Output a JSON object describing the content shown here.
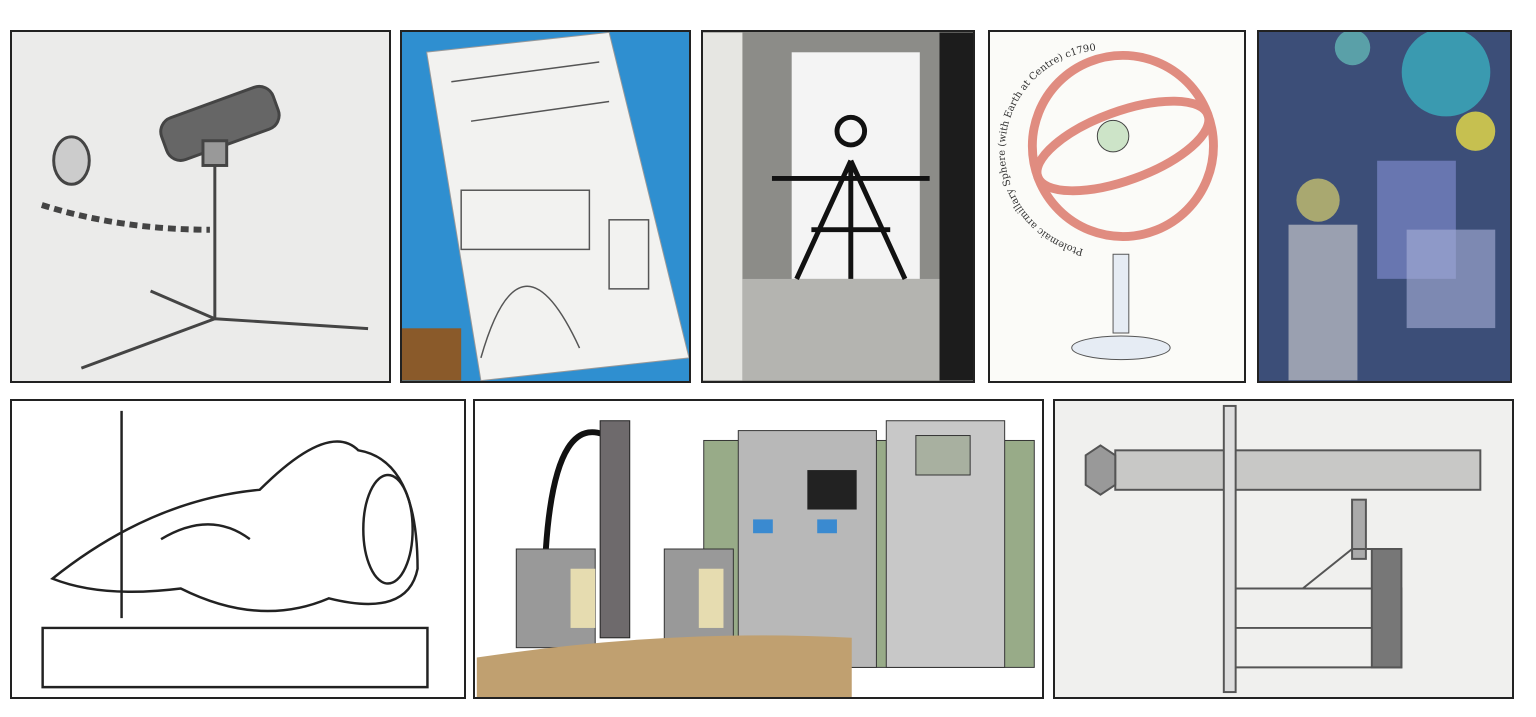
{
  "gallery": {
    "artworks": [
      {
        "subject": "telescope-on-stand-sketch",
        "bg": "#ebebea"
      },
      {
        "subject": "museum-gallery-sketchbook",
        "bg": "#2f8fd0"
      },
      {
        "subject": "theodolite-on-tripod-in-display",
        "bg": "#8c8c88"
      },
      {
        "subject": "armillary-sphere-drawing",
        "bg": "#fbfbf8",
        "caption": "Ptolemaic armillary Sphere (with Earth at Centre) c1790"
      },
      {
        "subject": "collage-figure-with-globes",
        "bg": "#3c4e78"
      },
      {
        "subject": "sculpture-ink-sketch",
        "bg": "#ffffff"
      },
      {
        "subject": "electron-microscope-console-illustration",
        "bg": "#ffffff"
      },
      {
        "subject": "telescope-frame-pencil-drawing",
        "bg": "#f0f0ee"
      }
    ]
  }
}
